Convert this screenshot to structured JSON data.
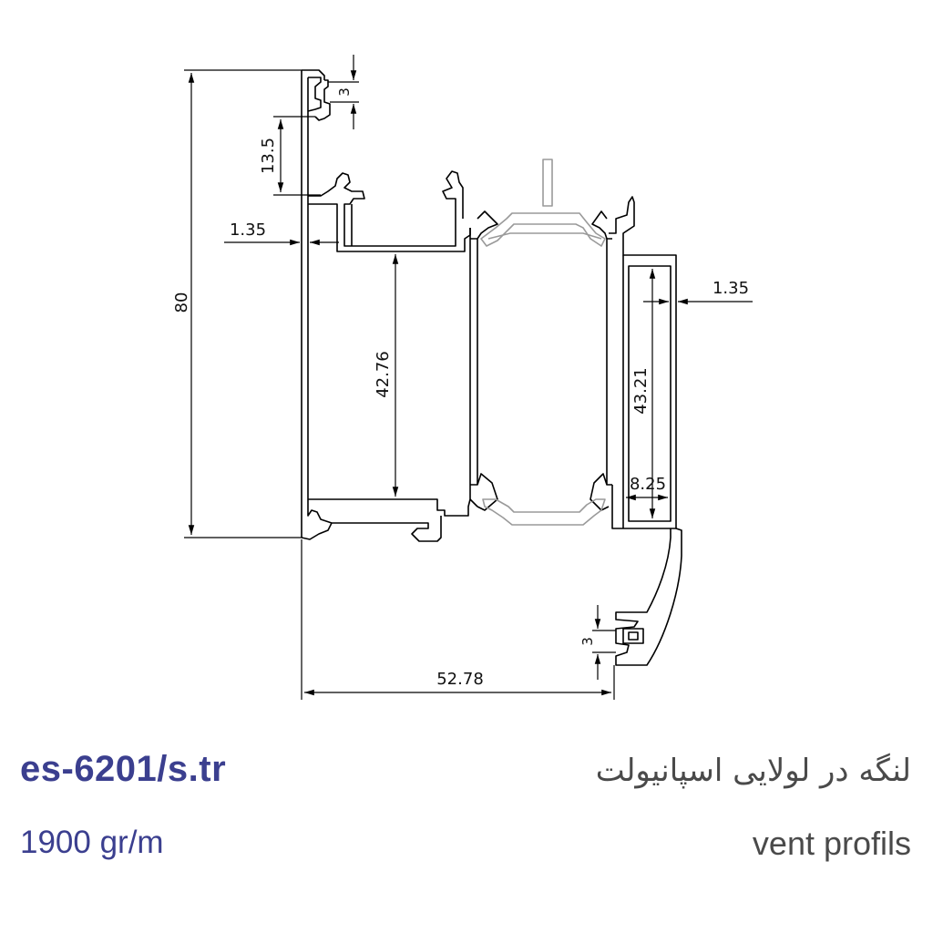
{
  "dimensions": {
    "d_80": "80",
    "d_3_top": "3",
    "d_13_5": "13.5",
    "d_1_35_left": "1.35",
    "d_42_76": "42.76",
    "d_43_21": "43.21",
    "d_1_35_right": "1.35",
    "d_8_25": "8.25",
    "d_3_bottom": "3",
    "d_52_78": "52.78"
  },
  "footer": {
    "code": "es-6201/s.tr",
    "weight": "1900 gr/m",
    "title_fa": "لنگه در لولایی اسپانیولت",
    "title_en": "vent profils"
  },
  "colors": {
    "profile": "#000000",
    "gasket": "#9a9a9a",
    "text_brand": "#3b3f8f",
    "text_gray": "#4a4a4a"
  }
}
